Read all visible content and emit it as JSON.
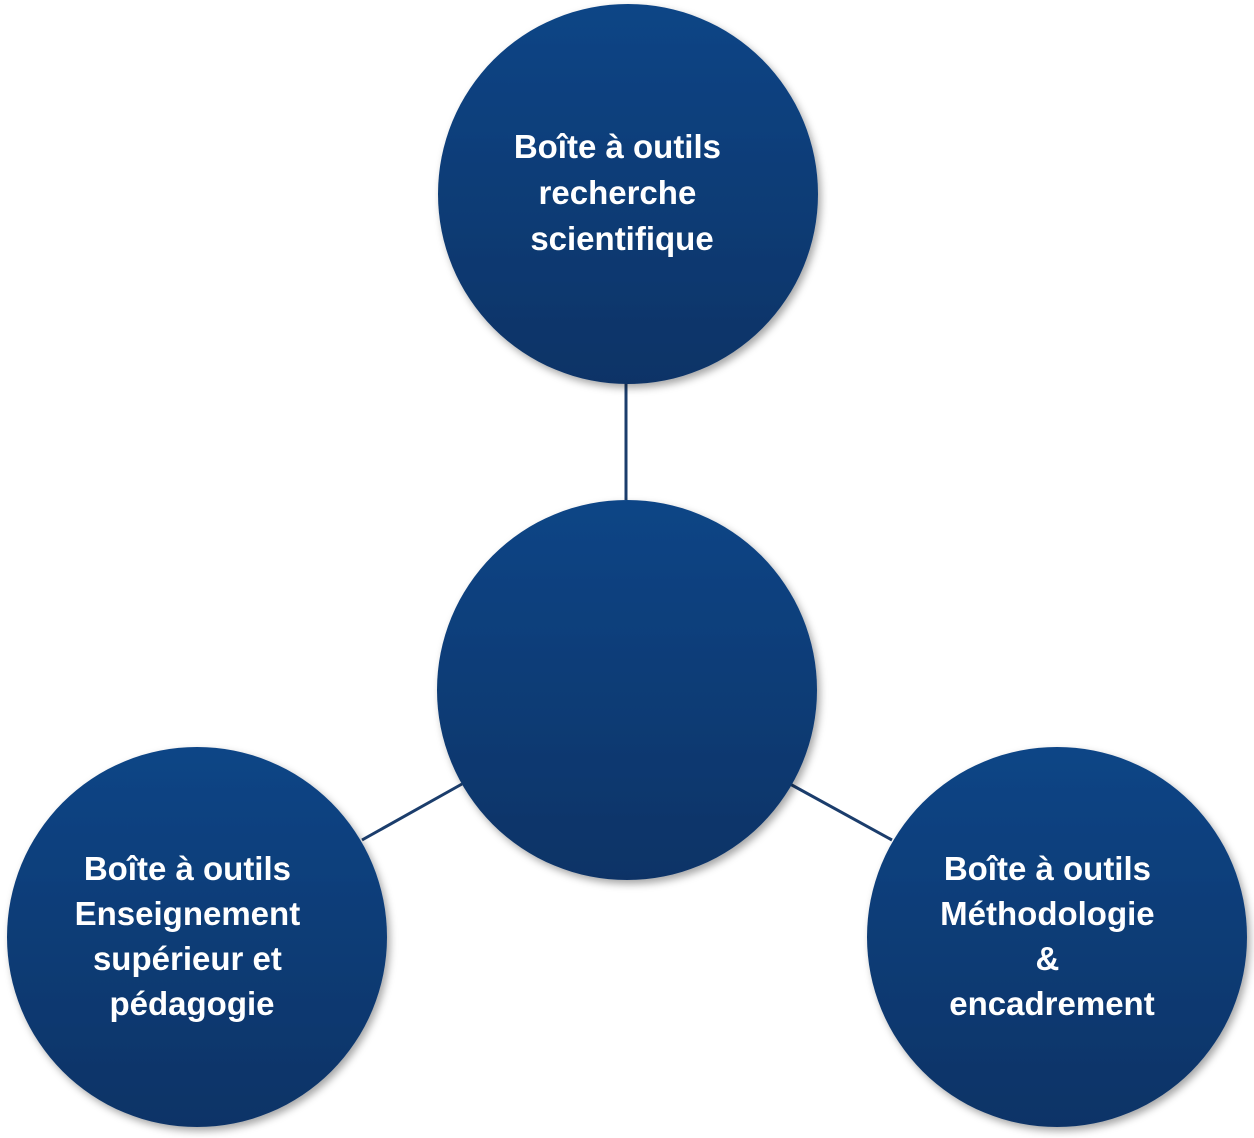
{
  "colors": {
    "node_top": "#114586",
    "node_bottom": "#0b3366",
    "connector": "#1b3d6c",
    "text": "#ffffff",
    "background": "#ffffff"
  },
  "nodes": {
    "top": {
      "lines": [
        "Boîte à outils",
        "recherche",
        "scientifique"
      ]
    },
    "center": {
      "lines": []
    },
    "left": {
      "lines": [
        "Boîte à outils",
        "Enseignement",
        "supérieur et",
        "pédagogie"
      ]
    },
    "right": {
      "lines": [
        "Boîte à outils",
        "Méthodologie",
        "&",
        "encadrement"
      ]
    }
  }
}
